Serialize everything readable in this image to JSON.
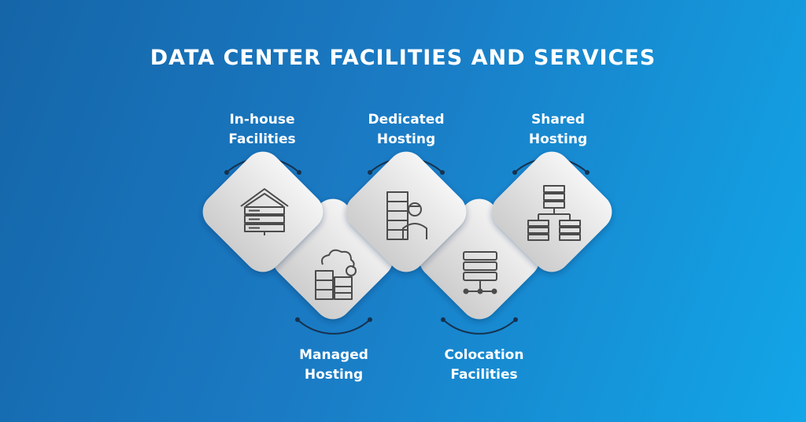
{
  "title": "DATA CENTER FACILITIES AND SERVICES",
  "colors": {
    "bg_start": "#1565a8",
    "bg_end": "#12a6e8",
    "card_light": "#f4f4f4",
    "card_dark": "#cfcfcf",
    "icon": "#4b4b4b",
    "arc": "#16324f"
  },
  "services": [
    {
      "id": "in-house",
      "line1": "In-house",
      "line2": "Facilities",
      "icon": "house-server-icon"
    },
    {
      "id": "managed",
      "line1": "Managed",
      "line2": "Hosting",
      "icon": "server-cloud-gear-icon"
    },
    {
      "id": "dedicated",
      "line1": "Dedicated",
      "line2": "Hosting",
      "icon": "server-person-icon"
    },
    {
      "id": "colocation",
      "line1": "Colocation",
      "line2": "Facilities",
      "icon": "server-stack-network-icon"
    },
    {
      "id": "shared",
      "line1": "Shared",
      "line2": "Hosting",
      "icon": "server-tree-icon"
    }
  ]
}
